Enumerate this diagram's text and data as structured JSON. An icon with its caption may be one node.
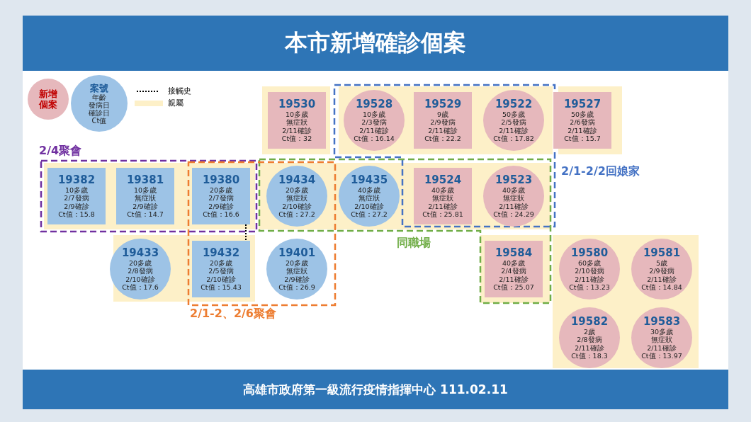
{
  "diagram": {
    "title": "本市新增確診個案",
    "caption": "高雄市政府第一級流行疫情指揮中心 111.02.11",
    "nodes": [
      {
        "text": [
          "新增個案"
        ]
      },
      {
        "text": [
          "案號",
          "年齡",
          "發病日",
          "確診日",
          "Ct值"
        ]
      },
      {
        "text": [
          "19530",
          "10多歲",
          "無症狀",
          "2/11確診",
          "Ct值：32"
        ]
      },
      {
        "text": [
          "2/1-2/2回娘家"
        ]
      },
      {
        "text": [
          "19528",
          "10多歲",
          "2/3發病",
          "2/11確診",
          "Ct值：16.14"
        ],
        "in": 3
      },
      {
        "text": [
          "19529",
          "9歲",
          "2/9發病",
          "2/11確診",
          "Ct值：22.2"
        ],
        "in": 3
      },
      {
        "text": [
          "19522",
          "50多歲",
          "2/5發病",
          "2/11確診",
          "Ct值：17.82"
        ],
        "in": 3
      },
      {
        "text": [
          "19527",
          "50多歲",
          "2/6發病",
          "2/11確診",
          "Ct值：15.7"
        ]
      },
      {
        "text": [
          "2/4聚會"
        ]
      },
      {
        "text": [
          "19382",
          "10多歲",
          "2/7發病",
          "2/9確診",
          "Ct值：15.8"
        ],
        "in": 8
      },
      {
        "text": [
          "19381",
          "10多歲",
          "無症狀",
          "2/9確診",
          "Ct值：14.7"
        ],
        "in": 8
      },
      {
        "text": [
          "19380",
          "20多歲",
          "2/7發病",
          "2/9確診",
          "Ct值：16.6"
        ]
      },
      {
        "text": [
          "同職場"
        ]
      },
      {
        "text": [
          "19434",
          "20多歲",
          "無症狀",
          "2/10確診",
          "Ct值：27.2"
        ]
      },
      {
        "text": [
          "19435",
          "40多歲",
          "無症狀",
          "2/10確診",
          "Ct值：27.2"
        ],
        "in": 12
      },
      {
        "text": [
          "19524",
          "40多歲",
          "無症狀",
          "2/11確診",
          "Ct值：25.81"
        ]
      },
      {
        "text": [
          "19523",
          "40多歲",
          "無症狀",
          "2/11確診",
          "Ct值：24.29"
        ]
      },
      {
        "text": [
          "2/1-2、2/6聚會"
        ]
      },
      {
        "text": [
          "19433",
          "20多歲",
          "2/8發病",
          "2/10確診",
          "Ct值：17.6"
        ]
      },
      {
        "text": [
          "19432",
          "20多歲",
          "2/5發病",
          "2/10確診",
          "Ct值：15.43"
        ],
        "in": 17
      },
      {
        "text": [
          "19401",
          "20多歲",
          "無症狀",
          "2/9確診",
          "Ct值：26.9"
        ],
        "in": 17
      },
      {
        "text": [
          "19584",
          "40多歲",
          "2/4發病",
          "2/11確診",
          "Ct值：25.07"
        ],
        "in": 12
      },
      {
        "text": [
          "19580",
          "60多歲",
          "2/10發病",
          "2/11確診",
          "Ct值：13.23"
        ]
      },
      {
        "text": [
          "19581",
          "5歲",
          "2/9發病",
          "2/11確診",
          "Ct值：14.84"
        ]
      },
      {
        "text": [
          "19582",
          "2歲",
          "2/8發病",
          "2/11確診",
          "Ct值：18.3"
        ]
      },
      {
        "text": [
          "19583",
          "30多歲",
          "無症狀",
          "2/11確診",
          "Ct值：13.97"
        ]
      }
    ],
    "edges": [
      {
        "from": 11,
        "to": 19,
        "arrow": "none",
        "style": "dashed"
      }
    ],
    "legend": [
      {
        "text": "接觸史"
      },
      {
        "text": "親屬",
        "color": "#fdf0c8"
      }
    ]
  }
}
